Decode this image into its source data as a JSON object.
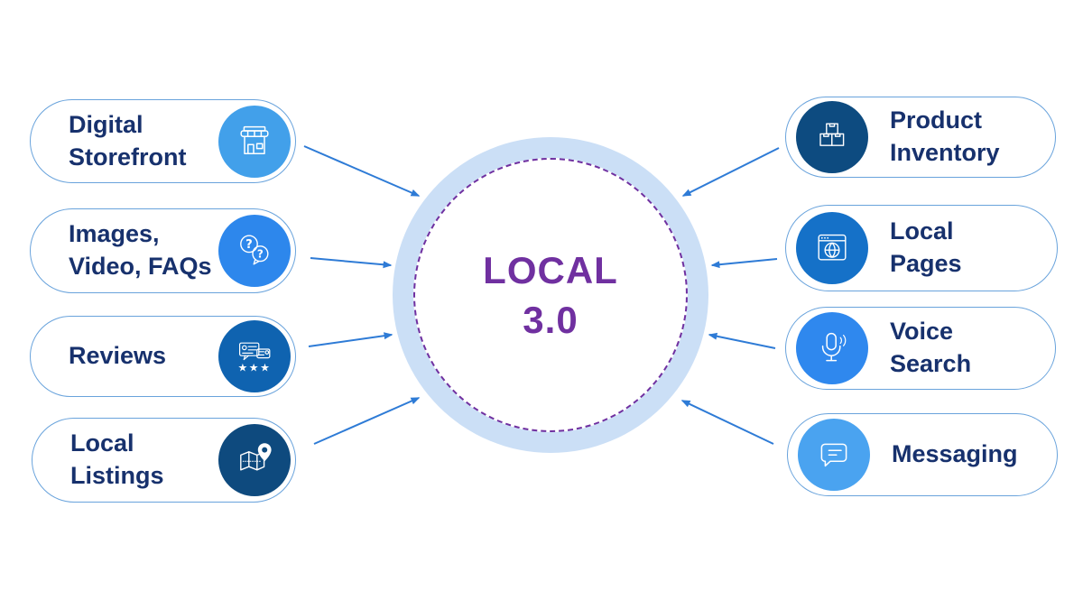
{
  "center": {
    "title": "LOCAL\n3.0"
  },
  "colors": {
    "ring": "#cbdff6",
    "dashed_border": "#7030a0",
    "title_text": "#7030a0",
    "label_text": "#17316d",
    "pill_border": "#69a3dc",
    "arrow": "#2e7bd6"
  },
  "left_items": [
    {
      "label": "Digital\nStorefront",
      "icon": "storefront-icon",
      "icon_bg": "#42a0ea"
    },
    {
      "label": "Images,\nVideo, FAQs",
      "icon": "question-bubbles-icon",
      "icon_bg": "#2d87ec"
    },
    {
      "label": "Reviews",
      "icon": "review-stars-icon",
      "icon_bg": "#0f63b0"
    },
    {
      "label": "Local\nListings",
      "icon": "map-pin-icon",
      "icon_bg": "#0e4a7e"
    }
  ],
  "right_items": [
    {
      "label": "Product\nInventory",
      "icon": "inventory-boxes-icon",
      "icon_bg": "#0d4b80"
    },
    {
      "label": "Local\nPages",
      "icon": "browser-globe-icon",
      "icon_bg": "#1571c8"
    },
    {
      "label": "Voice\nSearch",
      "icon": "microphone-icon",
      "icon_bg": "#2f88ee"
    },
    {
      "label": "Messaging",
      "icon": "chat-bubble-icon",
      "icon_bg": "#4aa3f0"
    }
  ]
}
